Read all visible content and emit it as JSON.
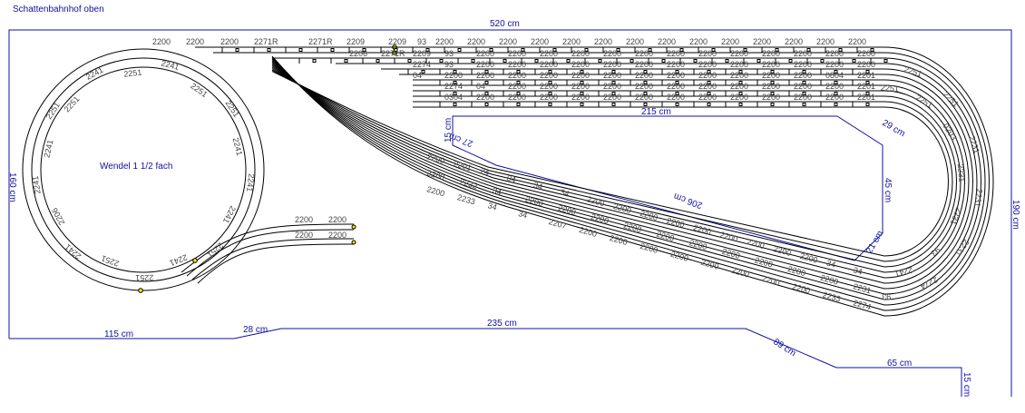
{
  "title": "Schattenbahnhof oben",
  "helix_label": "Wendel 1 1/2 fach",
  "dimensions": {
    "top_width": "520 cm",
    "right_height": "190 cm",
    "left_height": "160 cm",
    "bottom_left": "115 cm",
    "bottom_slant": "28 cm",
    "bottom_mid": "235 cm",
    "bottom_right_slant": "89 cm",
    "bottom_right": "65 cm",
    "bottom_right_drop": "15 cm",
    "inner_top": "215 cm",
    "inner_left": "15 cm",
    "inner_right_slant": "29 cm",
    "inner_right": "45 cm",
    "inner_bottom_corner": "21 cm",
    "inner_diagonal": "206 cm",
    "inner_left_slant": "27 cm"
  },
  "yard_top_labels": [
    "2200",
    "2200",
    "2200",
    "2271R",
    "2271R",
    "2209",
    "2209",
    "93",
    "2200",
    "2200",
    "2200",
    "2200",
    "2200",
    "2200",
    "2200",
    "2200",
    "2200",
    "2200",
    "2200",
    "2200",
    "2200",
    "2200"
  ],
  "yard_tracks": [
    [
      "2206",
      "2271R",
      "2209",
      "93",
      "2200",
      "2200",
      "2200",
      "2200",
      "2200",
      "2200",
      "2200",
      "2200",
      "2200",
      "2200",
      "2200",
      "2200",
      "2200"
    ],
    [
      "2274",
      "93",
      "2200",
      "2200",
      "2200",
      "2200",
      "2200",
      "2200",
      "2200",
      "2200",
      "2200",
      "2200",
      "2200",
      "2200",
      "2200"
    ],
    [
      "04",
      "2200",
      "2200",
      "2200",
      "2200",
      "2200",
      "2200",
      "2200",
      "2200",
      "2200",
      "2200",
      "2200",
      "2200",
      "0804",
      "2201"
    ],
    [
      "2274",
      "04",
      "2200",
      "2200",
      "2200",
      "2200",
      "2200",
      "2200",
      "2200",
      "2200",
      "2200",
      "2200",
      "2200",
      "2201"
    ],
    [
      "0304",
      "2200",
      "2200",
      "2200",
      "2200",
      "2200",
      "2200",
      "2200",
      "2200",
      "2200",
      "2200",
      "2200",
      "2200",
      "2201"
    ]
  ],
  "diagonal_tracks": [
    [
      "2200",
      "2201",
      "24",
      "04",
      "34",
      "34",
      "2200",
      "2200",
      "2200",
      "2200",
      "2200",
      "2200",
      "2200",
      "2200",
      "2200",
      "34",
      "34"
    ],
    [
      "2200",
      "2232",
      "34",
      "2200",
      "2200",
      "2200",
      "2200",
      "2200",
      "2200",
      "2200",
      "2200",
      "2200",
      "2200",
      "2231"
    ],
    [
      "2200",
      "2233",
      "34",
      "34",
      "2207",
      "2200",
      "2200",
      "2200",
      "2200",
      "2200",
      "2200",
      "2200",
      "2200",
      "2233",
      "2274"
    ]
  ],
  "loop_labels": [
    "2251",
    "2251",
    "2251",
    "2251",
    "0203",
    "2231",
    "2231",
    "2231",
    "2231",
    "2231",
    "93",
    "2274",
    "2241",
    "93"
  ],
  "helix_labels": [
    "2251",
    "2241",
    "2251",
    "2241",
    "2251",
    "2251",
    "2241",
    "2241",
    "2241",
    "2251",
    "2241",
    "2251",
    "2251",
    "2241",
    "2206",
    "2241",
    "2241",
    "2251"
  ],
  "helix_exit_labels": [
    "2200",
    "2200",
    "2200",
    "2200"
  ],
  "colors": {
    "dimension": "#1010a0",
    "track": "#000000",
    "marker": "#f0f000"
  }
}
